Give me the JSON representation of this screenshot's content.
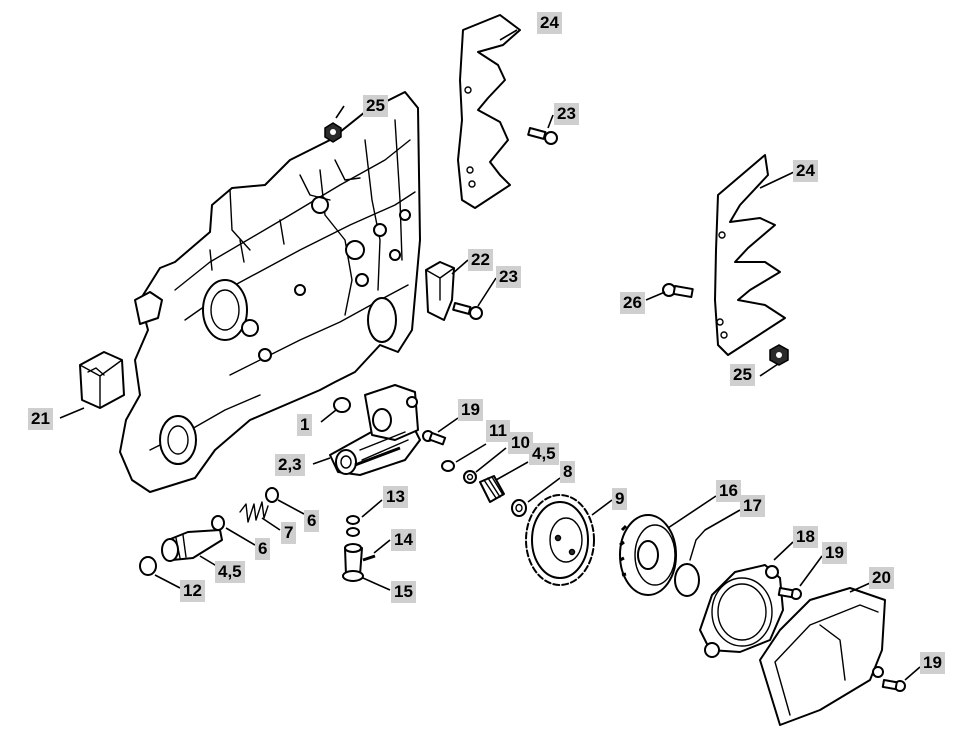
{
  "callouts": {
    "c1": "1",
    "c2_3": "2,3",
    "c4_5a": "4,5",
    "c4_5b": "4,5",
    "c6a": "6",
    "c6b": "6",
    "c7": "7",
    "c8": "8",
    "c9": "9",
    "c10": "10",
    "c11": "11",
    "c12": "12",
    "c13": "13",
    "c14": "14",
    "c15": "15",
    "c16": "16",
    "c17": "17",
    "c18": "18",
    "c19a": "19",
    "c19b": "19",
    "c19c": "19",
    "c20": "20",
    "c21": "21",
    "c22": "22",
    "c23a": "23",
    "c23b": "23",
    "c24a": "24",
    "c24b": "24",
    "c25a": "25",
    "c25b": "25",
    "c26": "26"
  }
}
